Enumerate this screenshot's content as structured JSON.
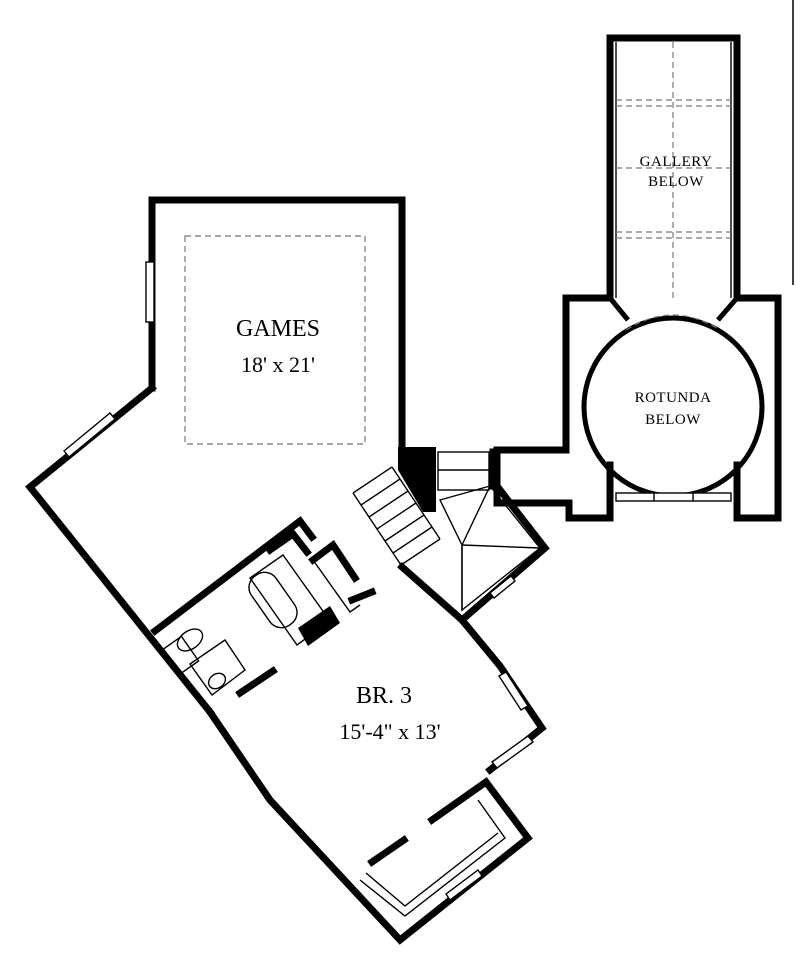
{
  "rooms": {
    "games": {
      "name": "GAMES",
      "size": "18' x 21'"
    },
    "bedroom3": {
      "name": "BR. 3",
      "size": "15'-4\" x 13'"
    },
    "gallery": {
      "line1": "GALLERY",
      "line2": "BELOW"
    },
    "rotunda": {
      "line1": "ROTUNDA",
      "line2": "BELOW"
    }
  },
  "colors": {
    "wall": "#000000",
    "dashed": "#777777",
    "background": "#ffffff"
  }
}
